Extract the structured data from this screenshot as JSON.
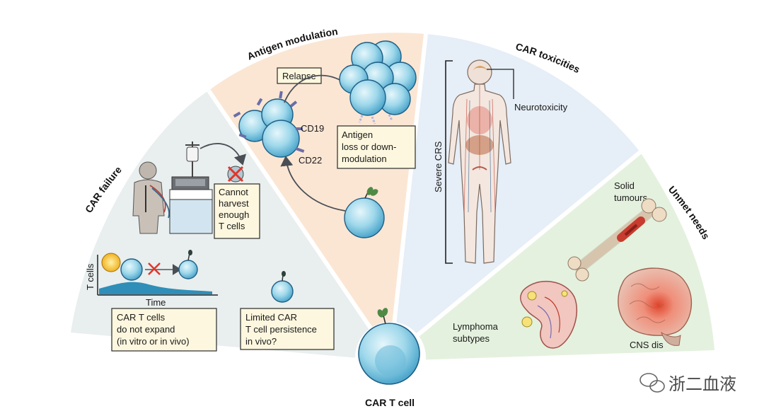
{
  "sections": {
    "car_failure": "CAR failure",
    "antigen_modulation": "Antigen modulation",
    "car_toxicities": "CAR toxicities",
    "unmet_needs": "Unmet needs"
  },
  "center": {
    "label": "CAR T cell"
  },
  "failure": {
    "harvest_lines": [
      "Cannot",
      "harvest",
      "enough",
      "T cells"
    ],
    "axis_y": "T cells",
    "axis_x": "Time",
    "expand_lines": [
      "CAR T cells",
      "do not expand",
      "(in vitro or in vivo)"
    ],
    "persist_lines": [
      "Limited CAR",
      "T cell persistence",
      "in vivo?"
    ]
  },
  "antigen": {
    "relapse": "Relapse",
    "cd19": "CD19",
    "cd22": "CD22",
    "loss_lines": [
      "Antigen",
      "loss or down-",
      "modulation"
    ]
  },
  "toxicities": {
    "severe_crs": "Severe CRS",
    "neurotoxicity": "Neurotoxicity"
  },
  "unmet": {
    "solid_lines": [
      "Solid",
      "tumours"
    ],
    "lymphoma_lines": [
      "Lymphoma",
      "subtypes"
    ],
    "cns": "CNS dis"
  },
  "watermark": "浙二血液",
  "colors": {
    "failure_bg": "#e9eeee",
    "antigen_bg": "#fbe6d4",
    "toxicity_bg": "#e6eef7",
    "unmet_bg": "#e4f1de",
    "cell_fill": "#8ccfe6",
    "cell_stroke": "#1f5f86"
  }
}
